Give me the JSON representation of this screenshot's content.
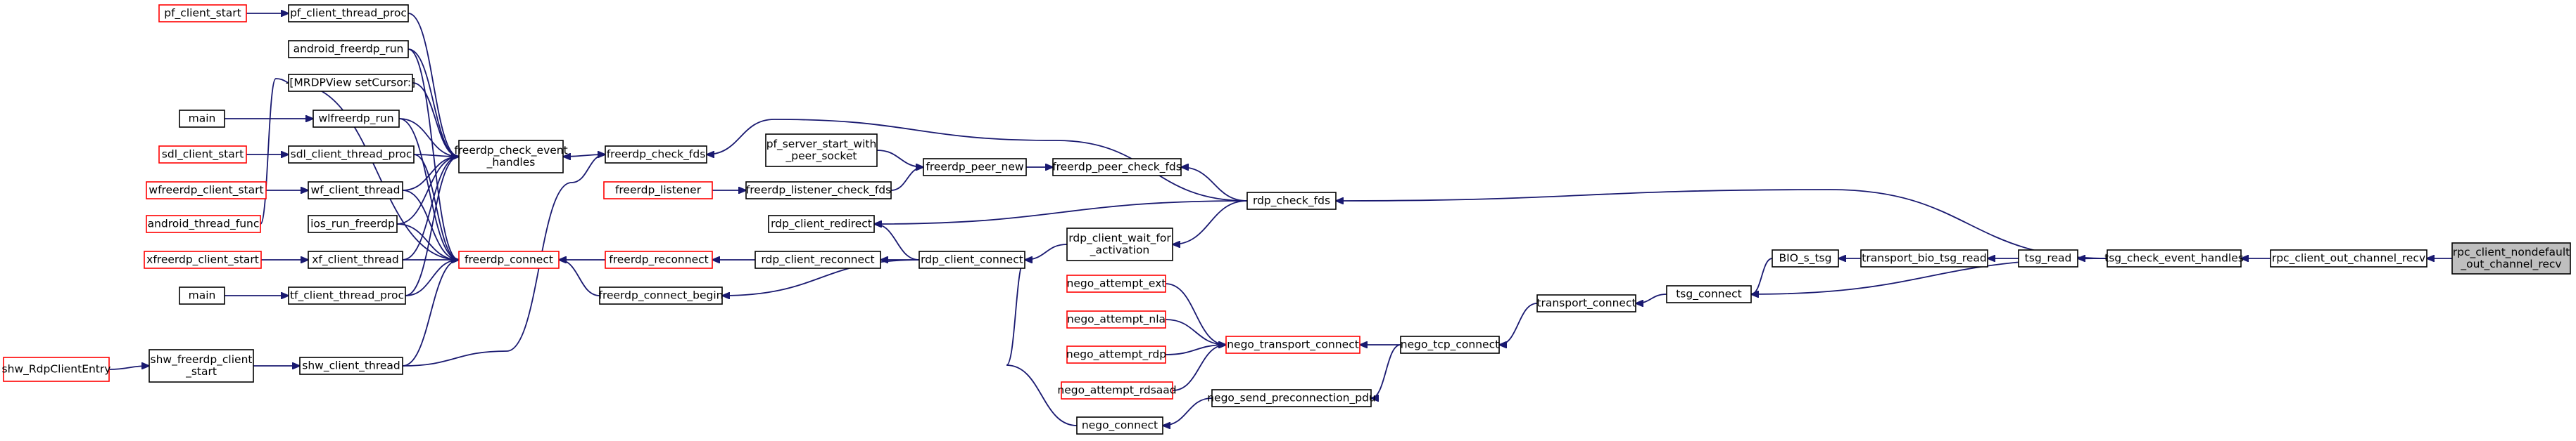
{
  "diagram": {
    "kind": "call-graph",
    "colors": {
      "edge": "#191970",
      "node_border": "#000000",
      "truncated_node_border": "#ff0000",
      "root_fill": "#bfbfbf",
      "node_fill": "#ffffff"
    },
    "nodes": [
      {
        "id": "pf_client_start",
        "lines": [
          "pf_client_start"
        ],
        "style": "red"
      },
      {
        "id": "pf_client_thread_proc",
        "lines": [
          "pf_client_thread_proc"
        ],
        "style": "normal"
      },
      {
        "id": "android_freerdp_run",
        "lines": [
          "android_freerdp_run"
        ],
        "style": "normal"
      },
      {
        "id": "mrdpview_setcursor",
        "lines": [
          "-[MRDPView setCursor:]"
        ],
        "style": "normal"
      },
      {
        "id": "main_1",
        "lines": [
          "main"
        ],
        "style": "normal"
      },
      {
        "id": "wlfreerdp_run",
        "lines": [
          "wlfreerdp_run"
        ],
        "style": "normal"
      },
      {
        "id": "sdl_client_start",
        "lines": [
          "sdl_client_start"
        ],
        "style": "red"
      },
      {
        "id": "sdl_client_thread_proc",
        "lines": [
          "sdl_client_thread_proc"
        ],
        "style": "normal"
      },
      {
        "id": "wfreerdp_client_start",
        "lines": [
          "wfreerdp_client_start"
        ],
        "style": "red"
      },
      {
        "id": "wf_client_thread",
        "lines": [
          "wf_client_thread"
        ],
        "style": "normal"
      },
      {
        "id": "android_thread_func",
        "lines": [
          "android_thread_func"
        ],
        "style": "red"
      },
      {
        "id": "ios_run_freerdp",
        "lines": [
          "ios_run_freerdp"
        ],
        "style": "normal"
      },
      {
        "id": "xfreerdp_client_start",
        "lines": [
          "xfreerdp_client_start"
        ],
        "style": "red"
      },
      {
        "id": "xf_client_thread",
        "lines": [
          "xf_client_thread"
        ],
        "style": "normal"
      },
      {
        "id": "main_2",
        "lines": [
          "main"
        ],
        "style": "normal"
      },
      {
        "id": "tf_client_thread_proc",
        "lines": [
          "tf_client_thread_proc"
        ],
        "style": "normal"
      },
      {
        "id": "shw_rdpcliententry",
        "lines": [
          "shw_RdpClientEntry"
        ],
        "style": "red"
      },
      {
        "id": "shw_freerdp_client_start",
        "lines": [
          "shw_freerdp_client",
          "_start"
        ],
        "style": "normal"
      },
      {
        "id": "shw_client_thread",
        "lines": [
          "shw_client_thread"
        ],
        "style": "normal"
      },
      {
        "id": "freerdp_check_event_handles",
        "lines": [
          "freerdp_check_event",
          "_handles"
        ],
        "style": "normal"
      },
      {
        "id": "freerdp_connect",
        "lines": [
          "freerdp_connect"
        ],
        "style": "red"
      },
      {
        "id": "freerdp_check_fds",
        "lines": [
          "freerdp_check_fds"
        ],
        "style": "normal"
      },
      {
        "id": "freerdp_reconnect",
        "lines": [
          "freerdp_reconnect"
        ],
        "style": "red"
      },
      {
        "id": "freerdp_connect_begin",
        "lines": [
          "freerdp_connect_begin"
        ],
        "style": "normal"
      },
      {
        "id": "pf_server_start_with_peer_socket",
        "lines": [
          "pf_server_start_with",
          "_peer_socket"
        ],
        "style": "normal"
      },
      {
        "id": "freerdp_listener",
        "lines": [
          "freerdp_listener"
        ],
        "style": "red"
      },
      {
        "id": "freerdp_listener_check_fds",
        "lines": [
          "freerdp_listener_check_fds"
        ],
        "style": "normal"
      },
      {
        "id": "freerdp_peer_new",
        "lines": [
          "freerdp_peer_new"
        ],
        "style": "normal"
      },
      {
        "id": "freerdp_peer_check_fds",
        "lines": [
          "freerdp_peer_check_fds"
        ],
        "style": "normal"
      },
      {
        "id": "rdp_client_redirect",
        "lines": [
          "rdp_client_redirect"
        ],
        "style": "normal"
      },
      {
        "id": "rdp_client_reconnect",
        "lines": [
          "rdp_client_reconnect"
        ],
        "style": "normal"
      },
      {
        "id": "rdp_client_connect",
        "lines": [
          "rdp_client_connect"
        ],
        "style": "normal"
      },
      {
        "id": "rdp_client_wait_for_activation",
        "lines": [
          "rdp_client_wait_for",
          "_activation"
        ],
        "style": "normal"
      },
      {
        "id": "rdp_check_fds",
        "lines": [
          "rdp_check_fds"
        ],
        "style": "normal"
      },
      {
        "id": "nego_attempt_ext",
        "lines": [
          "nego_attempt_ext"
        ],
        "style": "red"
      },
      {
        "id": "nego_attempt_nla",
        "lines": [
          "nego_attempt_nla"
        ],
        "style": "red"
      },
      {
        "id": "nego_attempt_rdp",
        "lines": [
          "nego_attempt_rdp"
        ],
        "style": "red"
      },
      {
        "id": "nego_attempt_rdsaad",
        "lines": [
          "nego_attempt_rdsaad"
        ],
        "style": "red"
      },
      {
        "id": "nego_transport_connect",
        "lines": [
          "nego_transport_connect"
        ],
        "style": "red"
      },
      {
        "id": "nego_connect",
        "lines": [
          "nego_connect"
        ],
        "style": "normal"
      },
      {
        "id": "nego_send_preconnection_pdu",
        "lines": [
          "nego_send_preconnection_pdu"
        ],
        "style": "normal"
      },
      {
        "id": "nego_tcp_connect",
        "lines": [
          "nego_tcp_connect"
        ],
        "style": "normal"
      },
      {
        "id": "transport_connect",
        "lines": [
          "transport_connect"
        ],
        "style": "normal"
      },
      {
        "id": "tsg_connect",
        "lines": [
          "tsg_connect"
        ],
        "style": "normal"
      },
      {
        "id": "bio_s_tsg",
        "lines": [
          "BIO_s_tsg"
        ],
        "style": "normal"
      },
      {
        "id": "transport_bio_tsg_read",
        "lines": [
          "transport_bio_tsg_read"
        ],
        "style": "normal"
      },
      {
        "id": "tsg_read",
        "lines": [
          "tsg_read"
        ],
        "style": "normal"
      },
      {
        "id": "tsg_check_event_handles",
        "lines": [
          "tsg_check_event_handles"
        ],
        "style": "normal"
      },
      {
        "id": "rpc_client_out_channel_recv",
        "lines": [
          "rpc_client_out_channel_recv"
        ],
        "style": "normal"
      },
      {
        "id": "rpc_client_nondefault_out_channel_recv",
        "lines": [
          "rpc_client_nondefault",
          "_out_channel_recv"
        ],
        "style": "root"
      }
    ],
    "edges": [
      {
        "from": "pf_client_start",
        "to": "pf_client_thread_proc"
      },
      {
        "from": "pf_client_thread_proc",
        "to": "freerdp_check_event_handles"
      },
      {
        "from": "android_freerdp_run",
        "to": "freerdp_check_event_handles"
      },
      {
        "from": "android_freerdp_run",
        "to": "freerdp_connect"
      },
      {
        "from": "mrdpview_setcursor",
        "to": "freerdp_check_event_handles"
      },
      {
        "from": "main_1",
        "to": "wlfreerdp_run"
      },
      {
        "from": "wlfreerdp_run",
        "to": "freerdp_check_event_handles"
      },
      {
        "from": "wlfreerdp_run",
        "to": "freerdp_connect"
      },
      {
        "from": "sdl_client_start",
        "to": "sdl_client_thread_proc"
      },
      {
        "from": "sdl_client_thread_proc",
        "to": "freerdp_check_event_handles"
      },
      {
        "from": "sdl_client_thread_proc",
        "to": "freerdp_connect"
      },
      {
        "from": "wfreerdp_client_start",
        "to": "wf_client_thread"
      },
      {
        "from": "wf_client_thread",
        "to": "freerdp_check_event_handles"
      },
      {
        "from": "wf_client_thread",
        "to": "freerdp_connect"
      },
      {
        "from": "android_thread_func",
        "to": "freerdp_connect"
      },
      {
        "from": "ios_run_freerdp",
        "to": "freerdp_check_event_handles"
      },
      {
        "from": "ios_run_freerdp",
        "to": "freerdp_connect"
      },
      {
        "from": "xfreerdp_client_start",
        "to": "xf_client_thread"
      },
      {
        "from": "xf_client_thread",
        "to": "freerdp_check_event_handles"
      },
      {
        "from": "xf_client_thread",
        "to": "freerdp_connect"
      },
      {
        "from": "main_2",
        "to": "tf_client_thread_proc"
      },
      {
        "from": "tf_client_thread_proc",
        "to": "freerdp_check_event_handles"
      },
      {
        "from": "tf_client_thread_proc",
        "to": "freerdp_connect"
      },
      {
        "from": "shw_rdpcliententry",
        "to": "shw_freerdp_client_start"
      },
      {
        "from": "shw_freerdp_client_start",
        "to": "shw_client_thread"
      },
      {
        "from": "shw_client_thread",
        "to": "freerdp_check_fds"
      },
      {
        "from": "shw_client_thread",
        "to": "freerdp_connect"
      },
      {
        "from": "freerdp_check_fds",
        "to": "freerdp_check_event_handles"
      },
      {
        "from": "freerdp_reconnect",
        "to": "freerdp_connect"
      },
      {
        "from": "freerdp_connect_begin",
        "to": "freerdp_connect"
      },
      {
        "from": "pf_server_start_with_peer_socket",
        "to": "freerdp_peer_new"
      },
      {
        "from": "freerdp_listener",
        "to": "freerdp_listener_check_fds"
      },
      {
        "from": "freerdp_listener_check_fds",
        "to": "freerdp_peer_new"
      },
      {
        "from": "freerdp_peer_new",
        "to": "freerdp_peer_check_fds"
      },
      {
        "from": "rdp_client_reconnect",
        "to": "freerdp_reconnect"
      },
      {
        "from": "rdp_client_connect",
        "to": "rdp_client_redirect"
      },
      {
        "from": "rdp_client_connect",
        "to": "rdp_client_reconnect"
      },
      {
        "from": "rdp_client_connect",
        "to": "freerdp_connect_begin"
      },
      {
        "from": "rdp_client_wait_for_activation",
        "to": "rdp_client_connect"
      },
      {
        "from": "rdp_check_fds",
        "to": "freerdp_check_fds"
      },
      {
        "from": "rdp_check_fds",
        "to": "freerdp_peer_check_fds"
      },
      {
        "from": "rdp_check_fds",
        "to": "rdp_client_redirect"
      },
      {
        "from": "rdp_check_fds",
        "to": "rdp_client_wait_for_activation"
      },
      {
        "from": "nego_connect",
        "to": "rdp_client_connect"
      },
      {
        "from": "nego_attempt_ext",
        "to": "nego_transport_connect"
      },
      {
        "from": "nego_attempt_nla",
        "to": "nego_transport_connect"
      },
      {
        "from": "nego_attempt_rdp",
        "to": "nego_transport_connect"
      },
      {
        "from": "nego_attempt_rdsaad",
        "to": "nego_transport_connect"
      },
      {
        "from": "nego_tcp_connect",
        "to": "nego_transport_connect"
      },
      {
        "from": "nego_send_preconnection_pdu",
        "to": "nego_connect"
      },
      {
        "from": "nego_tcp_connect",
        "to": "nego_send_preconnection_pdu"
      },
      {
        "from": "transport_connect",
        "to": "nego_tcp_connect"
      },
      {
        "from": "tsg_connect",
        "to": "transport_connect"
      },
      {
        "from": "bio_s_tsg",
        "to": "tsg_connect"
      },
      {
        "from": "transport_bio_tsg_read",
        "to": "bio_s_tsg"
      },
      {
        "from": "tsg_read",
        "to": "transport_bio_tsg_read"
      },
      {
        "from": "tsg_check_event_handles",
        "to": "tsg_read"
      },
      {
        "from": "tsg_check_event_handles",
        "to": "rdp_check_fds"
      },
      {
        "from": "tsg_check_event_handles",
        "to": "tsg_connect"
      },
      {
        "from": "rpc_client_out_channel_recv",
        "to": "tsg_check_event_handles"
      },
      {
        "from": "rpc_client_nondefault_out_channel_recv",
        "to": "rpc_client_out_channel_recv"
      }
    ]
  }
}
